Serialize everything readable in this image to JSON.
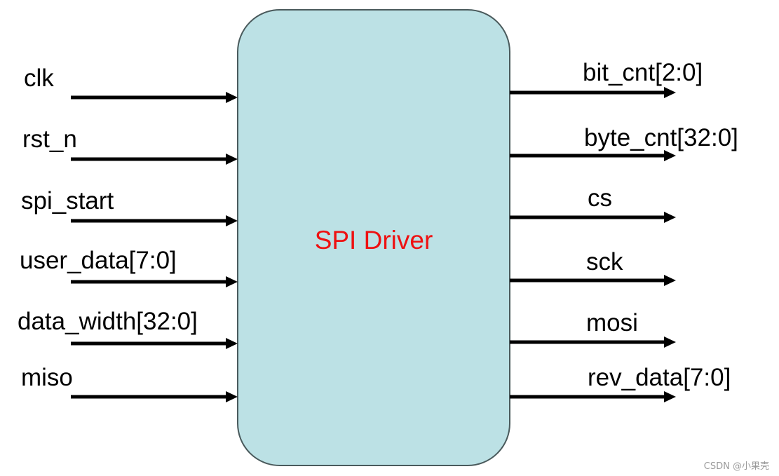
{
  "block": {
    "title": "SPI Driver",
    "fill_color": "#bce1e5",
    "border_color": "#4a5a5c",
    "title_color": "#ee1111"
  },
  "inputs": [
    {
      "label": "clk"
    },
    {
      "label": "rst_n"
    },
    {
      "label": "spi_start"
    },
    {
      "label": "user_data[7:0]"
    },
    {
      "label": "data_width[32:0]"
    },
    {
      "label": "miso"
    }
  ],
  "outputs": [
    {
      "label": "bit_cnt[2:0]"
    },
    {
      "label": "byte_cnt[32:0]"
    },
    {
      "label": "cs"
    },
    {
      "label": "sck"
    },
    {
      "label": "mosi"
    },
    {
      "label": "rev_data[7:0]"
    }
  ],
  "watermark": "CSDN @小果壳"
}
